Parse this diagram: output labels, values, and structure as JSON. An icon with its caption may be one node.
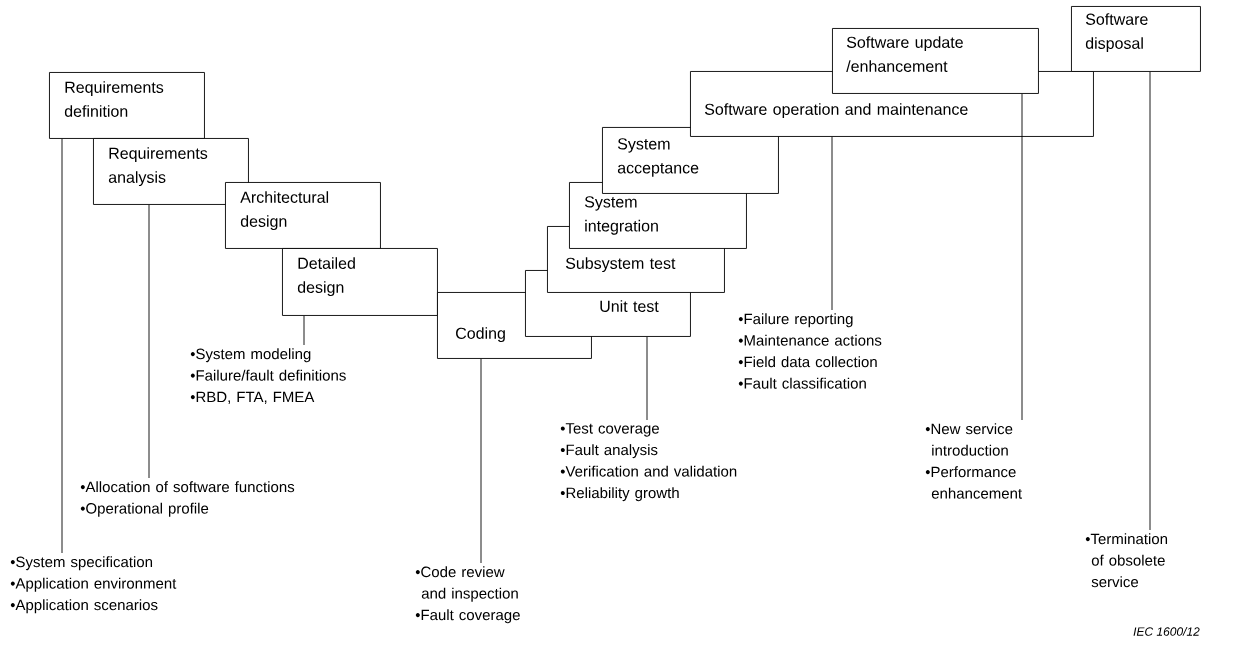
{
  "diagram": {
    "nodes": [
      {
        "text": [
          "Requirements definition"
        ]
      },
      {
        "text": [
          "Requirements analysis"
        ]
      },
      {
        "text": [
          "Architectural design"
        ]
      },
      {
        "text": [
          "Detailed design"
        ]
      },
      {
        "text": [
          "Coding"
        ]
      },
      {
        "text": [
          "Unit test"
        ]
      },
      {
        "text": [
          "Subsystem test"
        ]
      },
      {
        "text": [
          "System integration"
        ]
      },
      {
        "text": [
          "System acceptance"
        ]
      },
      {
        "text": [
          "Software operation and maintenance"
        ]
      },
      {
        "text": [
          "Software update /enhancement"
        ]
      },
      {
        "text": [
          "Software disposal"
        ]
      },
      {
        "text": [
          "•System specification",
          "•Application environment",
          "•Application scenarios"
        ]
      },
      {
        "text": [
          "•Allocation of software functions",
          "•Operational profile"
        ]
      },
      {
        "text": [
          "•System modeling",
          "•Failure/fault definitions",
          "•RBD, FTA, FMEA"
        ]
      },
      {
        "text": [
          "•Code review and inspection",
          "•Fault coverage"
        ]
      },
      {
        "text": [
          "•Test coverage",
          "•Fault analysis",
          "•Verification and validation",
          "•Reliability growth"
        ]
      },
      {
        "text": [
          "•Failure reporting",
          "•Maintenance actions",
          "•Field data collection",
          "•Fault classification"
        ]
      },
      {
        "text": [
          "•New service introduction",
          "•Performance enhancement"
        ]
      },
      {
        "text": [
          "•Termination of obsolete service"
        ]
      }
    ],
    "edges": [
      {
        "from": 0,
        "to": 12,
        "arrow": "none"
      },
      {
        "from": 1,
        "to": 13,
        "arrow": "none"
      },
      {
        "from": 3,
        "to": 14,
        "arrow": "none"
      },
      {
        "from": 4,
        "to": 15,
        "arrow": "none"
      },
      {
        "from": 5,
        "to": 16,
        "arrow": "none"
      },
      {
        "from": 9,
        "to": 17,
        "arrow": "none"
      },
      {
        "from": 10,
        "to": 18,
        "arrow": "none"
      },
      {
        "from": 11,
        "to": 19,
        "arrow": "none"
      }
    ],
    "labels": [
      "IEC 1600/12"
    ]
  }
}
